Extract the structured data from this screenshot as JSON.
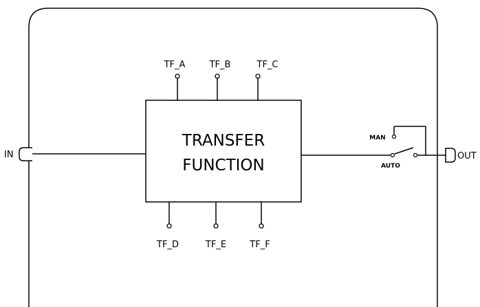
{
  "block": {
    "title_line1": "TRANSFER",
    "title_line2": "FUNCTION"
  },
  "ports": {
    "in": "IN",
    "out": "OUT"
  },
  "params_top": [
    "TF_A",
    "TF_B",
    "TF_C"
  ],
  "params_bottom": [
    "TF_D",
    "TF_E",
    "TF_F"
  ],
  "switch": {
    "man_label": "MAN",
    "auto_label": "AUTO"
  },
  "colors": {
    "stroke": "#000000",
    "background": "#ffffff"
  }
}
